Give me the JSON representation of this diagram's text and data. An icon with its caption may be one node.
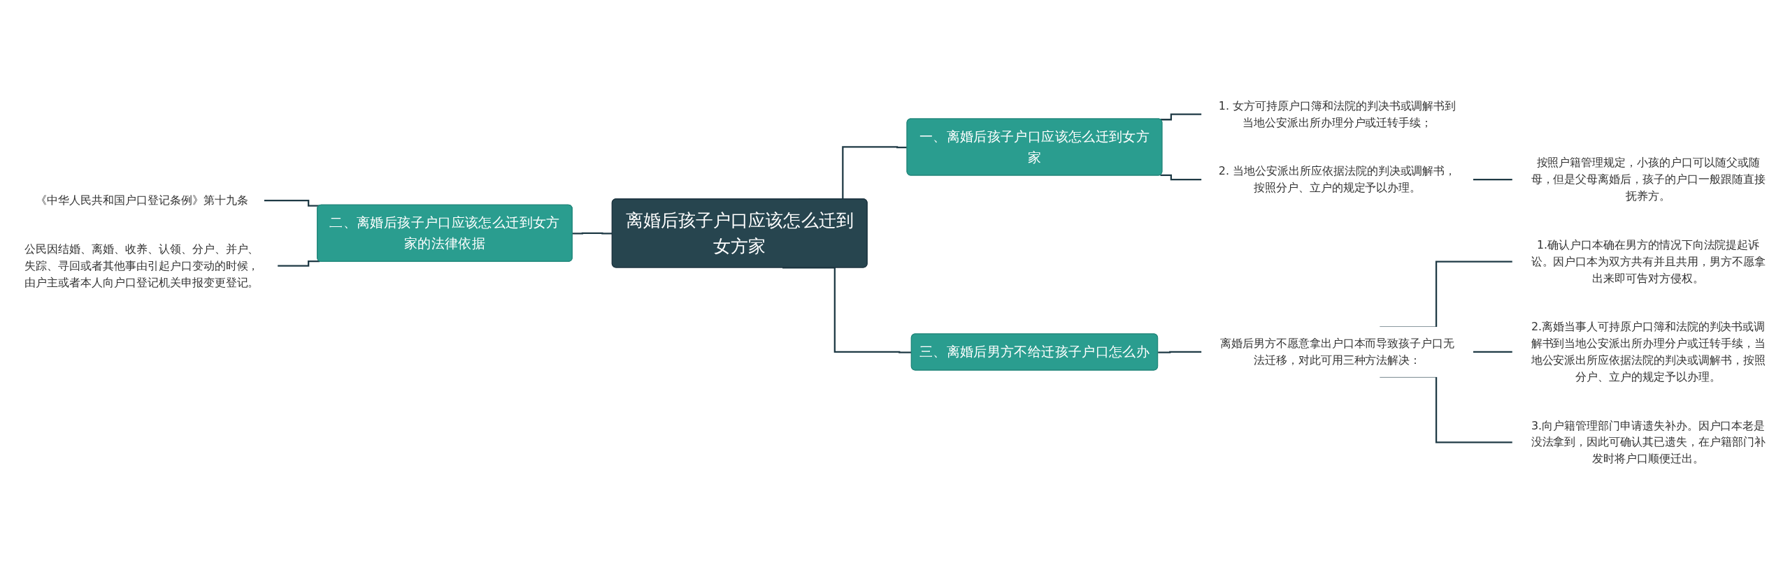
{
  "diagram": {
    "nodes": [
      {
        "text": [
          "离婚后孩子户口应该怎么迁到女方家"
        ]
      },
      {
        "text": [
          "一、离婚后孩子户口应该怎么迁到女方家"
        ]
      },
      {
        "text": [
          "二、离婚后孩子户口应该怎么迁到女方家的法律依据"
        ]
      },
      {
        "text": [
          "三、离婚后男方不给迁孩子户口怎么办"
        ]
      },
      {
        "text": [
          "1. 女方可持原户口簿和法院的判决书或调解书到当地公安派出所办理分户或迁转手续；"
        ]
      },
      {
        "text": [
          "2. 当地公安派出所应依据法院的判决或调解书，按照分户、立户的规定予以办理。"
        ]
      },
      {
        "text": [
          "按照户籍管理规定，小孩的户口可以随父或随母，但是父母离婚后，孩子的户口一般跟随直接抚养方。"
        ]
      },
      {
        "text": [
          "《中华人民共和国户口登记条例》第十九条"
        ]
      },
      {
        "text": [
          "公民因结婚、离婚、收养、认领、分户、并户、失踪、寻回或者其他事由引起户口变动的时候，由户主或者本人向户口登记机关申报变更登记。"
        ]
      },
      {
        "text": [
          "离婚后男方不愿意拿出户口本而导致孩子户口无法迁移，对此可用三种方法解决："
        ]
      },
      {
        "text": [
          "1.确认户口本确在男方的情况下向法院提起诉讼。因户口本为双方共有并且共用，男方不愿拿出来即可告对方侵权。"
        ]
      },
      {
        "text": [
          "2.离婚当事人可持原户口簿和法院的判决书或调解书到当地公安派出所办理分户或迁转手续，当地公安派出所应依据法院的判决或调解书，按照分户、立户的规定予以办理。"
        ]
      },
      {
        "text": [
          "3.向户籍管理部门申请遗失补办。因户口本老是没法拿到，因此可确认其已遗失，在户籍部门补发时将户口顺便迁出。"
        ]
      }
    ],
    "edges": [
      {
        "from": 7,
        "to": 2,
        "arrow": "none"
      },
      {
        "from": 8,
        "to": 2,
        "arrow": "none"
      },
      {
        "from": 2,
        "to": 0,
        "arrow": "none"
      },
      {
        "from": 0,
        "to": 1,
        "arrow": "none"
      },
      {
        "from": 0,
        "to": 3,
        "arrow": "none"
      },
      {
        "from": 1,
        "to": 4,
        "arrow": "none"
      },
      {
        "from": 1,
        "to": 5,
        "arrow": "none"
      },
      {
        "from": 5,
        "to": 6,
        "arrow": "none"
      },
      {
        "from": 3,
        "to": 9,
        "arrow": "none"
      },
      {
        "from": 9,
        "to": 10,
        "arrow": "none"
      },
      {
        "from": 9,
        "to": 11,
        "arrow": "none"
      },
      {
        "from": 9,
        "to": 12,
        "arrow": "none"
      }
    ]
  }
}
